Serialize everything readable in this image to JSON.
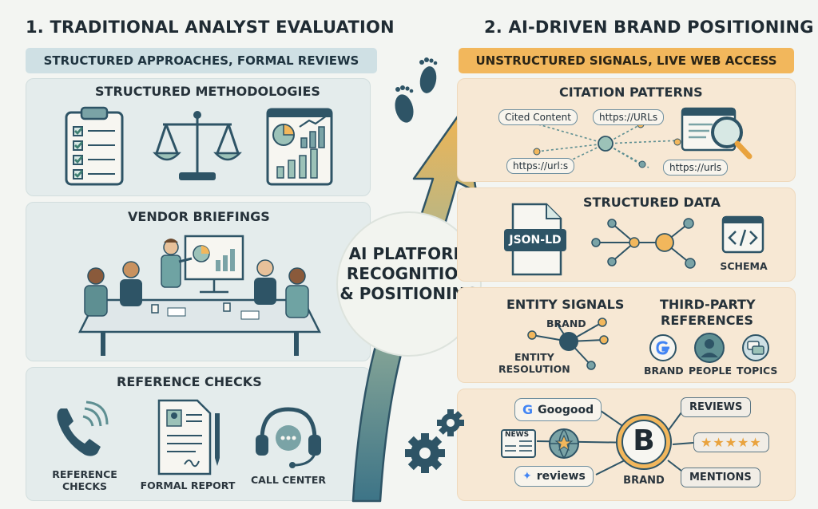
{
  "left": {
    "title": "1. TRADITIONAL ANALYST EVALUATION",
    "banner": "STRUCTURED APPROACHES, FORMAL REVIEWS",
    "methodologies_title": "STRUCTURED METHODOLOGIES",
    "briefings_title": "VENDOR BRIEFINGS",
    "references_title": "REFERENCE CHECKS",
    "ref_items": [
      "REFERENCE\nCHECKS",
      "FORMAL REPORT",
      "CALL CENTER"
    ]
  },
  "center": {
    "label_line1": "AI PLATFORM",
    "label_line2": "RECOGNITION",
    "label_line3": "& POSITIONING"
  },
  "right": {
    "title": "2. AI-DRIVEN BRAND POSITIONING",
    "banner": "UNSTRUCTURED SIGNALS, LIVE WEB ACCESS",
    "citation_title": "CITATION PATTERNS",
    "citation_pills": [
      "Cited Content",
      "https://URLs",
      "https://url:s",
      "https://urls"
    ],
    "structured_title": "STRUCTURED DATA",
    "jsonld_label": "JSON-LD",
    "schema_label": "SCHEMA",
    "entity_title": "ENTITY SIGNALS",
    "entity_brand": "BRAND",
    "entity_resolution_1": "ENTITY",
    "entity_resolution_2": "RESOLUTION",
    "third_party_title_1": "THIRD-PARTY",
    "third_party_title_2": "REFERENCES",
    "third_party_labels": [
      "BRAND",
      "PEOPLE",
      "TOPICS"
    ],
    "hub_google": "Googood",
    "hub_news": "NEWS",
    "hub_reviews_pill": "reviews",
    "hub_brand": "BRAND",
    "hub_logo": "B",
    "hub_callouts": [
      "REVIEWS",
      "MENTIONS"
    ],
    "stars": "★★★★★"
  },
  "colors": {
    "left_banner": "#cfe0e4",
    "right_banner": "#f2b75c",
    "teal": "#5e8f92",
    "navy": "#2e5466",
    "orange": "#e9a33e",
    "gold": "#f2b75c"
  }
}
